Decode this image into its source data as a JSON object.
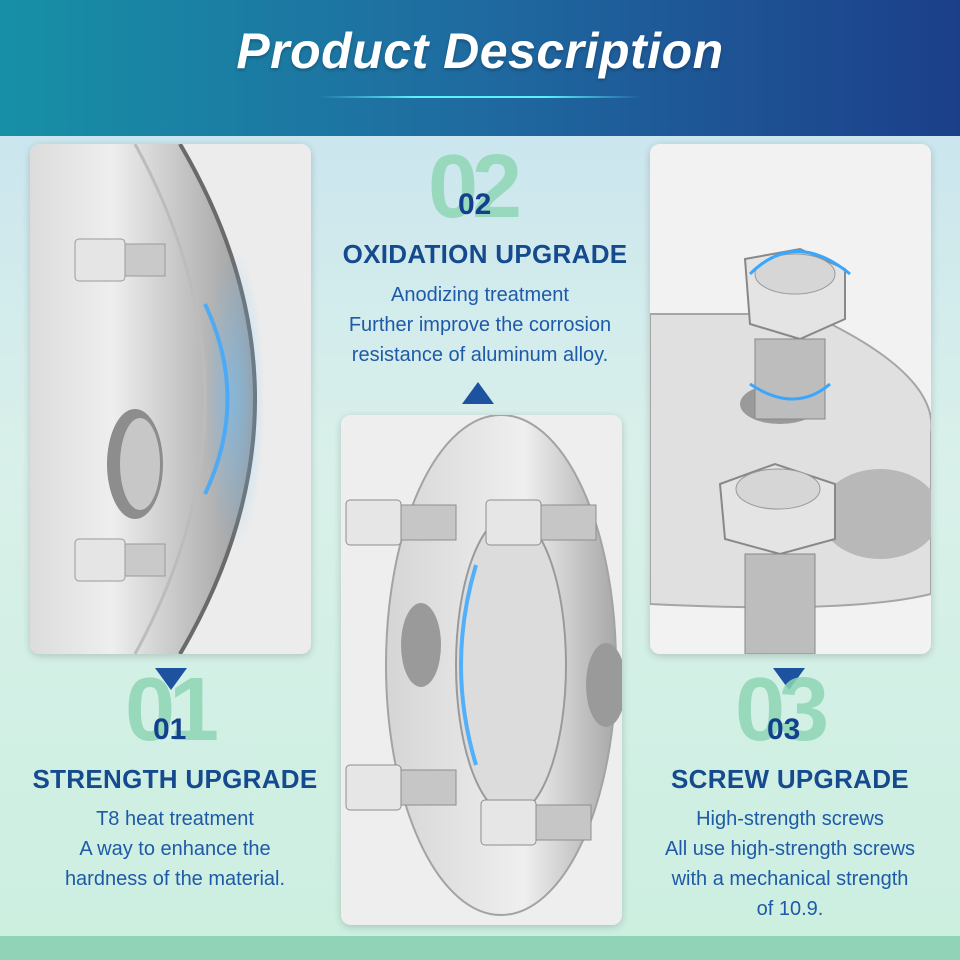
{
  "header": {
    "title": "Product Description"
  },
  "sections": [
    {
      "number": "01",
      "big_number": "01",
      "title": "STRENGTH UPGRADE",
      "lines": [
        "T8 heat treatment",
        "A way to enhance the",
        "hardness of the material."
      ]
    },
    {
      "number": "02",
      "big_number": "02",
      "title": "OXIDATION UPGRADE",
      "lines": [
        "Anodizing treatment",
        "Further improve the corrosion",
        "resistance of aluminum alloy."
      ]
    },
    {
      "number": "03",
      "big_number": "03",
      "title": "SCREW UPGRADE",
      "lines": [
        "High-strength screws",
        "All use high-strength screws",
        "with a mechanical strength",
        "of 10.9."
      ]
    }
  ],
  "colors": {
    "accent": "#154a8f",
    "glow": "#3aa7ff"
  }
}
